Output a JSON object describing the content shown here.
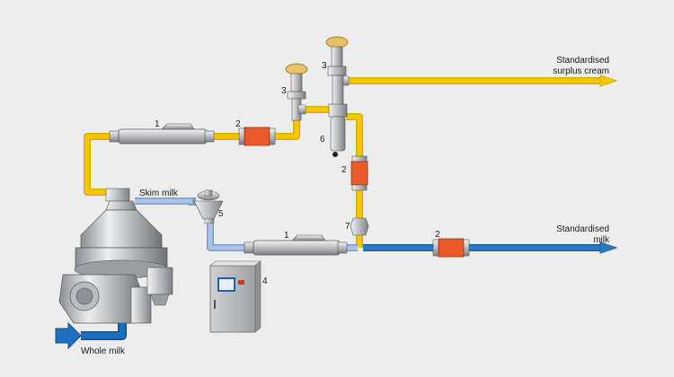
{
  "labels": {
    "surplus_cream_line1": "Standardised",
    "surplus_cream_line2": "surplus cream",
    "std_milk_line1": "Standardised",
    "std_milk_line2": "milk",
    "skim_milk": "Skim milk",
    "whole_milk": "Whole milk"
  },
  "numbers": {
    "flow_meter_top": "1",
    "flow_meter_bottom": "1",
    "density_top": "2",
    "density_vertical": "2",
    "density_bottom": "2",
    "valve_left": "3",
    "valve_right": "3",
    "control_panel": "4",
    "constant_pressure": "5",
    "sight_glass": "6",
    "check_valve": "7"
  },
  "colors": {
    "cream": "#f5c800",
    "skim": "#a9c3e6",
    "milk": "#2a7bc6",
    "whole_milk": "#1f6fc0",
    "transmitter": "#ea5a2a"
  }
}
